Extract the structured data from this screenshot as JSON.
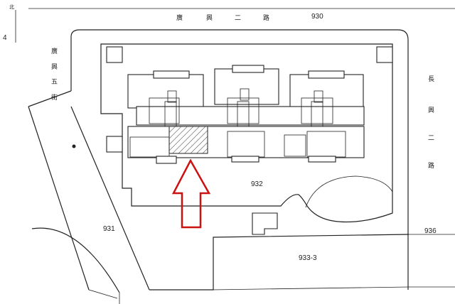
{
  "north": {
    "label": "北",
    "glyph": "4"
  },
  "roads": {
    "top": {
      "name": [
        "廣",
        "興",
        "二",
        "路"
      ],
      "lot": "930"
    },
    "left": {
      "name": [
        "廣",
        "興",
        "五",
        "街"
      ]
    },
    "right": {
      "name": [
        "長",
        "興",
        "二",
        "路"
      ]
    }
  },
  "lots": {
    "main": "932",
    "west": "931",
    "east": "936",
    "south": "933-3"
  },
  "colors": {
    "line": "#222222",
    "arrow": "#cc1111",
    "hatch": "#444444"
  }
}
